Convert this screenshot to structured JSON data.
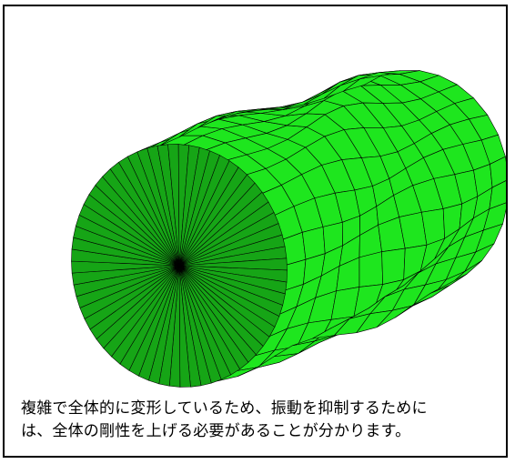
{
  "caption": {
    "line1": "複雑で全体的に変形しているため、振動を抑制するために",
    "line2": "は、全体の剛性を上げる必要があることが分かります。"
  },
  "model": {
    "color": "#1ee61e",
    "cap_color": "#16a516",
    "edge_color": "#000000",
    "radial_divisions": 64,
    "axial_divisions": 12,
    "circumferential_divisions": 16
  }
}
